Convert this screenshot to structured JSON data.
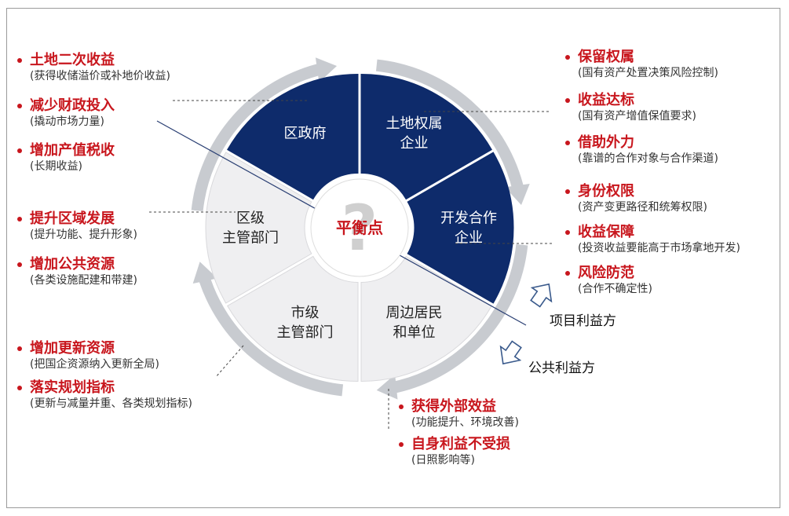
{
  "colors": {
    "dark_segment": "#0e2b6b",
    "light_segment": "#efeff1",
    "ring": "#c8cbd0",
    "accent": "#c8161d",
    "text": "#333333"
  },
  "center": {
    "label": "平衡点",
    "symbol": "?"
  },
  "segments": [
    {
      "lines": [
        "土地权属",
        "企业"
      ]
    },
    {
      "lines": [
        "开发合作",
        "企业"
      ]
    },
    {
      "lines": [
        "周边居民",
        "和单位"
      ]
    },
    {
      "lines": [
        "市级",
        "主管部门"
      ]
    },
    {
      "lines": [
        "区级",
        "主管部门"
      ]
    },
    {
      "lines": [
        "区政府"
      ]
    }
  ],
  "left_notes": [
    {
      "title": "土地二次收益",
      "detail": "(获得收储溢价或补地价收益)"
    },
    {
      "title": "减少财政投入",
      "detail": "(撬动市场力量)"
    },
    {
      "title": "增加产值税收",
      "detail": "(长期收益)"
    },
    {
      "title": "提升区域发展",
      "detail": "(提升功能、提升形象)"
    },
    {
      "title": "增加公共资源",
      "detail": "(各类设施配建和带建)"
    },
    {
      "title": "增加更新资源",
      "detail": "(把国企资源纳入更新全局)"
    },
    {
      "title": "落实规划指标",
      "detail": "(更新与减量并重、各类规划指标)"
    }
  ],
  "right_notes": [
    {
      "title": "保留权属",
      "detail": "(国有资产处置决策风险控制)"
    },
    {
      "title": "收益达标",
      "detail": "(国有资产增值保值要求)"
    },
    {
      "title": "借助外力",
      "detail": "(靠谱的合作对象与合作渠道)"
    },
    {
      "title": "身份权限",
      "detail": "(资产变更路径和统筹权限)"
    },
    {
      "title": "收益保障",
      "detail": "(投资收益要能高于市场拿地开发)"
    },
    {
      "title": "风险防范",
      "detail": "(合作不确定性)"
    }
  ],
  "bottom_notes": [
    {
      "title": "获得外部效益",
      "detail": "(功能提升、环境改善)"
    },
    {
      "title": "自身利益不受损",
      "detail": "(日照影响等)"
    }
  ],
  "side_labels": {
    "project": "项目利益方",
    "public": "公共利益方"
  }
}
